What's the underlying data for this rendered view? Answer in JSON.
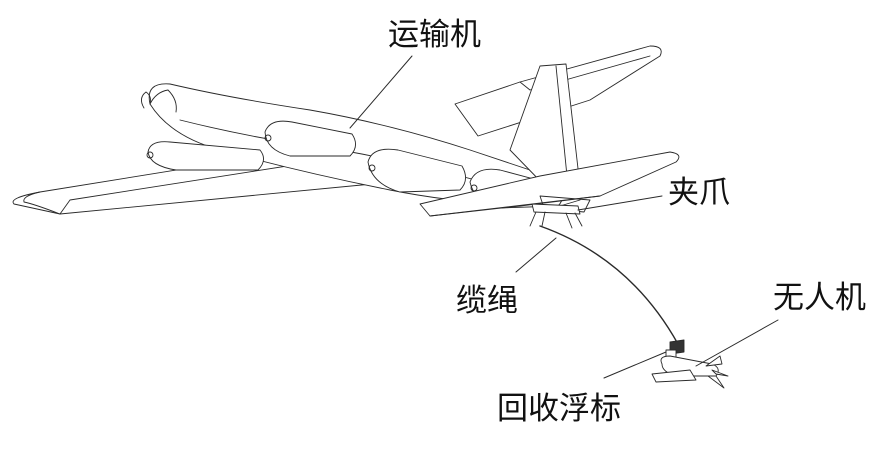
{
  "labels": {
    "transport_aircraft": "运输机",
    "gripper": "夹爪",
    "cable": "缆绳",
    "uav": "无人机",
    "recovery_buoy": "回收浮标"
  },
  "colors": {
    "line": "#2a2a2a",
    "fill": "#ffffff",
    "text": "#111111",
    "shadow": "#888888"
  }
}
